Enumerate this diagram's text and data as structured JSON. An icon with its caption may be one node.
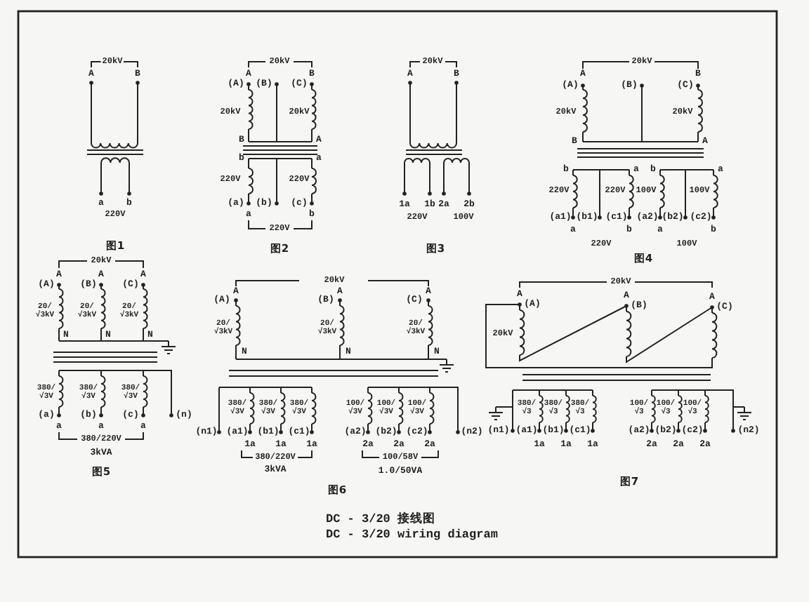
{
  "diagram": {
    "labels": [
      "20kV",
      "A",
      "B",
      "a",
      "b",
      "220V",
      "图1",
      "20kV",
      "A",
      "B",
      "(A)",
      "(B)",
      "(C)",
      "20kV",
      "20kV",
      "B",
      "A",
      "b",
      "a",
      "220V",
      "220V",
      "(a)",
      "(b)",
      "(c)",
      "a",
      "b",
      "220V",
      "图2",
      "20kV",
      "A",
      "B",
      "1a",
      "1b",
      "2a",
      "2b",
      "220V",
      "100V",
      "图3",
      "20kV",
      "A",
      "B",
      "(A)",
      "(B)",
      "(C)",
      "20kV",
      "20kV",
      "B",
      "A",
      "b",
      "a",
      "b",
      "a",
      "220V",
      "220V",
      "100V",
      "100V",
      "(a1)",
      "(b1)",
      "(c1)",
      "(a2)",
      "(b2)",
      "(c2)",
      "a",
      "b",
      "a",
      "b",
      "220V",
      "100V",
      "图4",
      "20kV",
      "A",
      "A",
      "A",
      "(A)",
      "(B)",
      "(C)",
      "20/√3kV",
      "20/√3kV",
      "20/√3kV",
      "N",
      "N",
      "N",
      "380/√3V",
      "380/√3V",
      "380/√3V",
      "(a)",
      "(b)",
      "(c)",
      "(n)",
      "a",
      "a",
      "a",
      "380/220V",
      "3kVA",
      "图5",
      "20kV",
      "A",
      "(A)",
      "A",
      "(B)",
      "A",
      "(C)",
      "20/√3kV",
      "20/√3kV",
      "20/√3kV",
      "N",
      "N",
      "N",
      "(n1)",
      "(a1)",
      "(b1)",
      "(c1)",
      "380/√3V",
      "380/√3V",
      "380/√3V",
      "1a",
      "1a",
      "1a",
      "380/220V",
      "3kVA",
      "100/√3V",
      "100/√3V",
      "100/√3V",
      "(a2)",
      "(b2)",
      "(c2)",
      "(n2)",
      "2a",
      "2a",
      "2a",
      "100/58V",
      "1.0/50VA",
      "图6",
      "20kV",
      "A",
      "(A)",
      "A",
      "(B)",
      "A",
      "(C)",
      "20kV",
      "(n1)",
      "(a1)",
      "(b1)",
      "(c1)",
      "380/√3",
      "380/√3",
      "380/√3",
      "1a",
      "1a",
      "1a",
      "100/√3",
      "100/√3",
      "100/√3",
      "(a2)",
      "(b2)",
      "(c2)",
      "(n2)",
      "2a",
      "2a",
      "2a",
      "图7",
      "DC - 3/20 接线图",
      "DC - 3/20 wiring diagram"
    ]
  }
}
